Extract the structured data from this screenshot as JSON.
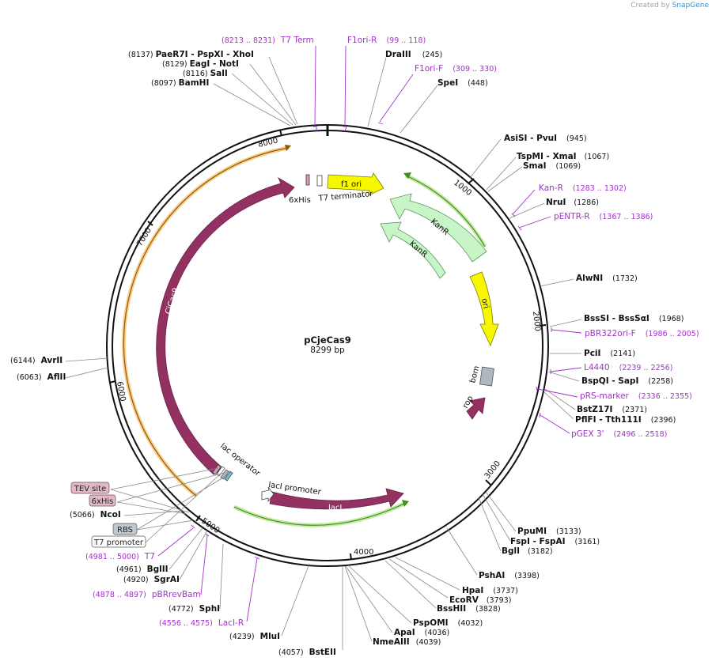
{
  "credit": {
    "prefix": "Created by",
    "brand": "SnapGene"
  },
  "plasmid": {
    "name": "pCjeCas9",
    "size_label": "8299 bp"
  },
  "colors": {
    "purple_feature": "#933163",
    "origin_yellow": "#f7f700",
    "kan_green": "#c8f5c8",
    "primer": "#a033c8",
    "orf_orange": "#f5a623",
    "orf_green": "#3f8f1f",
    "bom_gray": "#b0b8bf"
  },
  "ticks": [
    "1000",
    "2000",
    "3000",
    "4000",
    "5000",
    "6000",
    "7000",
    "8000"
  ],
  "enzymes": [
    {
      "name": "PaeR7I",
      "sep": " - ",
      "name2": "PspXI",
      "sep2": " - ",
      "name3": "XhoI",
      "pos": "(8137)"
    },
    {
      "name": "EagI",
      "sep": " - ",
      "name2": "NotI",
      "pos": "(8129)"
    },
    {
      "name": "SalI",
      "pos": "(8116)"
    },
    {
      "name": "BamHI",
      "pos": "(8097)"
    },
    {
      "name": "DraIII",
      "pos": "(245)"
    },
    {
      "name": "SpeI",
      "pos": "(448)"
    },
    {
      "name": "AsiSI",
      "sep": " - ",
      "name2": "PvuI",
      "pos": "(945)"
    },
    {
      "name": "TspMI",
      "sep": " - ",
      "name2": "XmaI",
      "pos": "(1067)"
    },
    {
      "name": "SmaI",
      "pos": "(1069)"
    },
    {
      "name": "NruI",
      "pos": "(1286)"
    },
    {
      "name": "AlwNI",
      "pos": "(1732)"
    },
    {
      "name": "BssSI",
      "sep": " - ",
      "name2": "BssSαI",
      "pos": "(1968)"
    },
    {
      "name": "PciI",
      "pos": "(2141)"
    },
    {
      "name": "BspQI",
      "sep": " - ",
      "name2": "SapI",
      "pos": "(2258)"
    },
    {
      "name": "BstZ17I",
      "pos": "(2371)"
    },
    {
      "name": "PflFI",
      "sep": " - ",
      "name2": "Tth111I",
      "pos": "(2396)"
    },
    {
      "name": "PpuMI",
      "pos": "(3133)"
    },
    {
      "name": "FspI",
      "sep": " - ",
      "name2": "FspAI",
      "pos": "(3161)"
    },
    {
      "name": "BglI",
      "pos": "(3182)"
    },
    {
      "name": "PshAI",
      "pos": "(3398)"
    },
    {
      "name": "HpaI",
      "pos": "(3737)"
    },
    {
      "name": "EcoRV",
      "pos": "(3793)"
    },
    {
      "name": "BssHII",
      "pos": "(3828)"
    },
    {
      "name": "PspOMI",
      "pos": "(4032)"
    },
    {
      "name": "ApaI",
      "pos": "(4036)"
    },
    {
      "name": "NmeAIII",
      "pos": "(4039)"
    },
    {
      "name": "BstEII",
      "pos": "(4057)"
    },
    {
      "name": "MluI",
      "pos": "(4239)"
    },
    {
      "name": "SphI",
      "pos": "(4772)"
    },
    {
      "name": "SgrAI",
      "pos": "(4920)"
    },
    {
      "name": "BglII",
      "pos": "(4961)"
    },
    {
      "name": "NcoI",
      "pos": "(5066)"
    },
    {
      "name": "AflII",
      "pos": "(6063)"
    },
    {
      "name": "AvrII",
      "pos": "(6144)"
    }
  ],
  "primers": [
    {
      "name": "T7 Term",
      "pos": "(8213 .. 8231)"
    },
    {
      "name": "F1ori-R",
      "pos": "(99 .. 118)"
    },
    {
      "name": "F1ori-F",
      "pos": "(309 .. 330)"
    },
    {
      "name": "Kan-R",
      "pos": "(1283 .. 1302)"
    },
    {
      "name": "pENTR-R",
      "pos": "(1367 .. 1386)"
    },
    {
      "name": "pBR322ori-F",
      "pos": "(1986 .. 2005)"
    },
    {
      "name": "L4440",
      "pos": "(2239 .. 2256)"
    },
    {
      "name": "pRS-marker",
      "pos": "(2336 .. 2355)"
    },
    {
      "name": "pGEX 3'",
      "pos": "(2496 .. 2518)"
    },
    {
      "name": "T7",
      "pos": "(4981 .. 5000)"
    },
    {
      "name": "pBRrevBam",
      "pos": "(4878 .. 4897)"
    },
    {
      "name": "LacI-R",
      "pos": "(4556 .. 4575)"
    }
  ],
  "features": [
    {
      "name": "f1 ori"
    },
    {
      "name": "KanR"
    },
    {
      "name": "KanR"
    },
    {
      "name": "ori"
    },
    {
      "name": "bom"
    },
    {
      "name": "rop"
    },
    {
      "name": "lacI"
    },
    {
      "name": "lacI promoter"
    },
    {
      "name": "lac operator"
    },
    {
      "name": "CjCas9"
    },
    {
      "name": "6xHis"
    },
    {
      "name": "T7 terminator"
    }
  ],
  "boxed_labels": [
    {
      "name": "TEV site"
    },
    {
      "name": "6xHis"
    },
    {
      "name": "RBS"
    },
    {
      "name": "T7 promoter"
    }
  ]
}
